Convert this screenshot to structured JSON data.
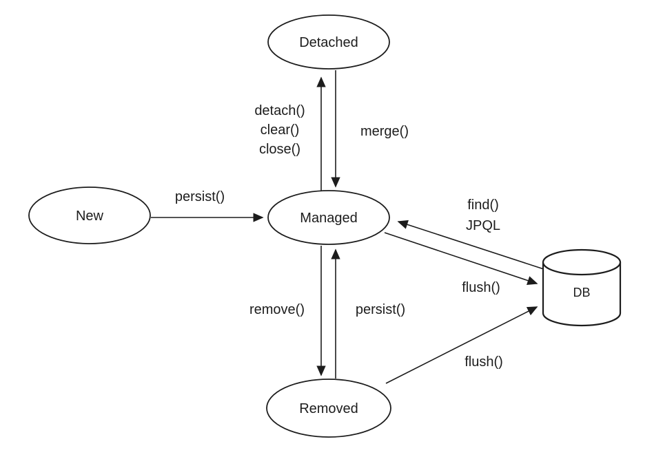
{
  "diagram": {
    "background_color": "#ffffff",
    "line_color": "#1c1c1c",
    "text_color": "#1c1c1c",
    "states": {
      "detached": {
        "label": "Detached"
      },
      "new": {
        "label": "New"
      },
      "managed": {
        "label": "Managed"
      },
      "removed": {
        "label": "Removed"
      },
      "db": {
        "label": "DB",
        "icon": "database-cylinder-icon"
      }
    },
    "transitions": {
      "new_to_managed": {
        "label": "persist()"
      },
      "managed_to_detached": {
        "label_lines": [
          "detach()",
          "clear()",
          "close()"
        ]
      },
      "detached_to_managed": {
        "label": "merge()"
      },
      "db_to_managed": {
        "label_lines": [
          "find()",
          "JPQL"
        ]
      },
      "managed_to_db": {
        "label": "flush()"
      },
      "managed_to_removed": {
        "label": "remove()"
      },
      "removed_to_managed": {
        "label": "persist()"
      },
      "removed_to_db": {
        "label": "flush()"
      }
    }
  }
}
